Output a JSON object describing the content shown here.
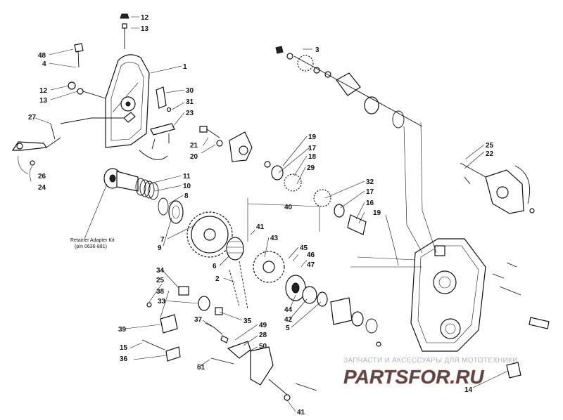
{
  "diagram": {
    "callouts": [
      {
        "id": "c12a",
        "text": "12"
      },
      {
        "id": "c13a",
        "text": "13"
      },
      {
        "id": "c48",
        "text": "48"
      },
      {
        "id": "c4",
        "text": "4"
      },
      {
        "id": "c1",
        "text": "1"
      },
      {
        "id": "c12b",
        "text": "12"
      },
      {
        "id": "c13b",
        "text": "13"
      },
      {
        "id": "c30",
        "text": "30"
      },
      {
        "id": "c31",
        "text": "31"
      },
      {
        "id": "c23",
        "text": "23"
      },
      {
        "id": "c27",
        "text": "27"
      },
      {
        "id": "c26",
        "text": "26"
      },
      {
        "id": "c24",
        "text": "24"
      },
      {
        "id": "c3",
        "text": "3"
      },
      {
        "id": "c21",
        "text": "21"
      },
      {
        "id": "c20",
        "text": "20"
      },
      {
        "id": "c19a",
        "text": "19"
      },
      {
        "id": "c17a",
        "text": "17"
      },
      {
        "id": "c18",
        "text": "18"
      },
      {
        "id": "c29",
        "text": "29"
      },
      {
        "id": "c25a",
        "text": "25"
      },
      {
        "id": "c22",
        "text": "22"
      },
      {
        "id": "c11",
        "text": "11"
      },
      {
        "id": "c10",
        "text": "10"
      },
      {
        "id": "c8",
        "text": "8"
      },
      {
        "id": "c32",
        "text": "32"
      },
      {
        "id": "c17b",
        "text": "17"
      },
      {
        "id": "c16",
        "text": "16"
      },
      {
        "id": "c19b",
        "text": "19"
      },
      {
        "id": "c40",
        "text": "40"
      },
      {
        "id": "c9",
        "text": "9"
      },
      {
        "id": "c7",
        "text": "7"
      },
      {
        "id": "c41a",
        "text": "41"
      },
      {
        "id": "c43",
        "text": "43"
      },
      {
        "id": "c45",
        "text": "45"
      },
      {
        "id": "c46",
        "text": "46"
      },
      {
        "id": "c47",
        "text": "47"
      },
      {
        "id": "c6",
        "text": "6"
      },
      {
        "id": "c34",
        "text": "34"
      },
      {
        "id": "c2",
        "text": "2"
      },
      {
        "id": "c25b",
        "text": "25"
      },
      {
        "id": "c38",
        "text": "38"
      },
      {
        "id": "c33",
        "text": "33"
      },
      {
        "id": "c44",
        "text": "44"
      },
      {
        "id": "c42",
        "text": "42"
      },
      {
        "id": "c5",
        "text": "5"
      },
      {
        "id": "c39",
        "text": "39"
      },
      {
        "id": "c35",
        "text": "35"
      },
      {
        "id": "c37",
        "text": "37"
      },
      {
        "id": "c49",
        "text": "49"
      },
      {
        "id": "c28",
        "text": "28"
      },
      {
        "id": "c50",
        "text": "50"
      },
      {
        "id": "c15",
        "text": "15"
      },
      {
        "id": "c36",
        "text": "36"
      },
      {
        "id": "c51",
        "text": "51"
      },
      {
        "id": "c14",
        "text": "14"
      },
      {
        "id": "c41b",
        "text": "41"
      }
    ],
    "note_line1": "Retainer Adapter Kit",
    "note_line2": "(p/n 0636-881)"
  },
  "watermark": {
    "tagline": "ЗАПЧАСТИ И АКСЕССУАРЫ ДЛЯ МОТОТЕХНИКИ",
    "logo": "PARTSFOR.RU",
    "logo_color": "#e53935",
    "logo_accent": "#c62828"
  }
}
